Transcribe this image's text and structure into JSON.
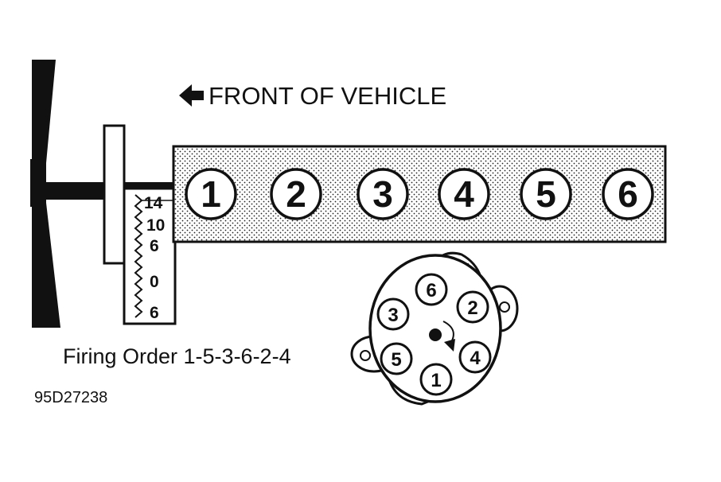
{
  "front_label": "FRONT OF VEHICLE",
  "front_arrow_icon": "arrow-left-icon",
  "firing_order_text": "Firing Order 1-5-3-6-2-4",
  "figure_code": "95D27238",
  "cylinders": [
    "1",
    "2",
    "3",
    "4",
    "5",
    "6"
  ],
  "timing_marks": [
    "14",
    "10",
    "6",
    "0",
    "6"
  ],
  "distributor_terminals": [
    "6",
    "2",
    "4",
    "1",
    "5",
    "3"
  ],
  "rotation_icon": "clockwise-arrow-icon"
}
